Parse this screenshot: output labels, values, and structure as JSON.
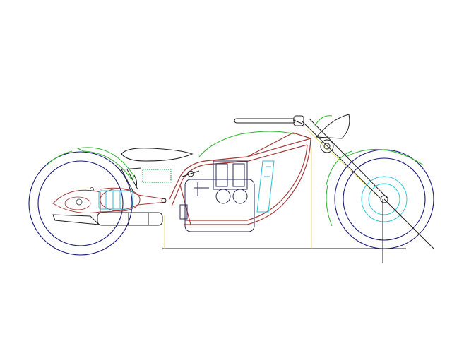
{
  "drawing": {
    "background": "#ffffff",
    "colors": {
      "wheel": "#1a1a7a",
      "fender": "#2db52d",
      "frame": "#a33a3a",
      "engine": "#2a2a55",
      "shock": "#22c3d8",
      "reference": "#e5d84a",
      "line": "#222222",
      "seat": "#222222",
      "dotted": "#22aa55"
    },
    "parts": [
      "rear-wheel",
      "front-wheel",
      "rear-fender",
      "front-fender",
      "fuel-tank",
      "frame",
      "engine",
      "seat",
      "exhaust",
      "front-fork",
      "handlebar",
      "headlight",
      "rear-shock"
    ]
  }
}
